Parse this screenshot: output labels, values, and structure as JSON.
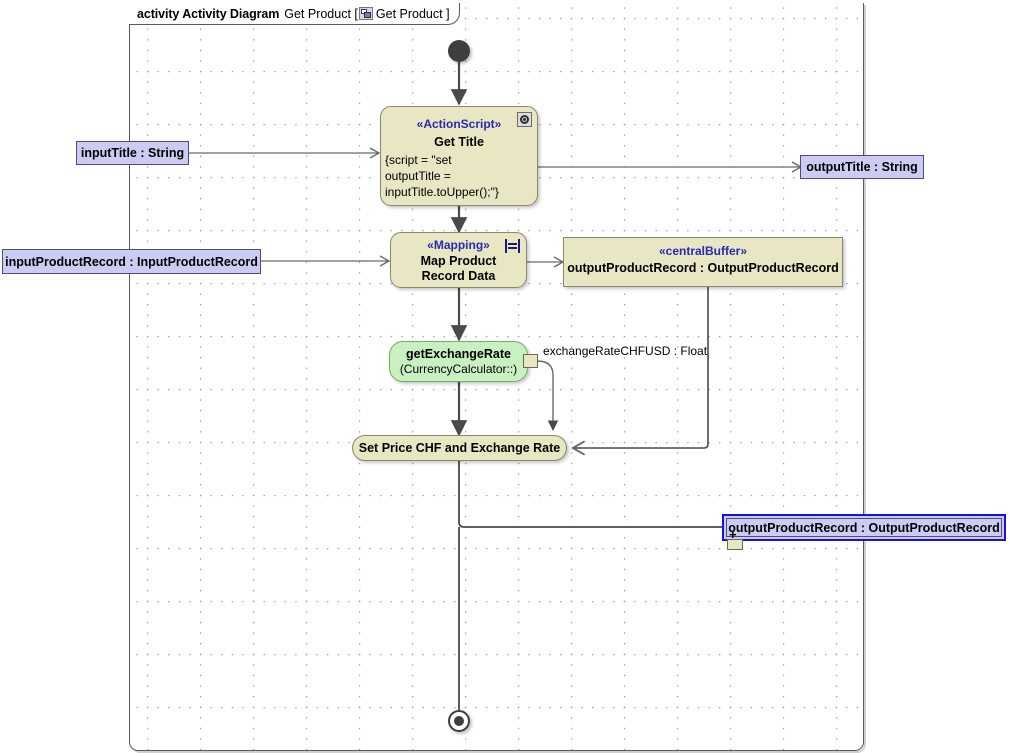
{
  "diagram": {
    "title_keyword": "activity Activity Diagram",
    "title_name": "Get Product [",
    "title_icon": "activity-diagram-icon",
    "title_qualified": "Get Product ]"
  },
  "palette": {
    "action_fill": "#e8e6c3",
    "action_stroke": "#8a8a6a",
    "call_fill": "#c9f0c0",
    "call_stroke": "#6fae66",
    "param_fill": "#ccccf2",
    "param_stroke": "#4a4a8a",
    "stereotype_text": "#2a2ab4",
    "selection": "#1414e0",
    "edge": "#4a4a4a",
    "frame": "#5a5a5a"
  },
  "nodes": {
    "initial": {
      "name": "initial-node",
      "label": ""
    },
    "final": {
      "name": "activity-final-node",
      "label": ""
    },
    "get_title": {
      "stereotype": "«ActionScript»",
      "name": "Get Title",
      "body_line1": "{script = \"set",
      "body_line2": "outputTitle =",
      "body_line3": "inputTitle.toUpper();\"}",
      "icon": "script-gear-icon"
    },
    "map_product": {
      "stereotype": "«Mapping»",
      "name_line1": "Map Product",
      "name_line2": "Record Data",
      "icon": "mapping-icon"
    },
    "get_exchange_rate": {
      "name": "getExchangeRate",
      "qualifier": "(CurrencyCalculator::)"
    },
    "set_price": {
      "name": "Set Price CHF and Exchange Rate"
    },
    "central_buffer": {
      "stereotype": "«centralBuffer»",
      "name": "outputProductRecord : OutputProductRecord"
    }
  },
  "parameters": {
    "input_title": "inputTitle : String",
    "input_product_record": "inputProductRecord : InputProductRecord",
    "output_title": "outputTitle : String",
    "output_product_record_selected": "outputProductRecord : OutputProductRecord"
  },
  "pins": {
    "exchange_rate_out": "exchangeRateCHFUSD : Float"
  }
}
